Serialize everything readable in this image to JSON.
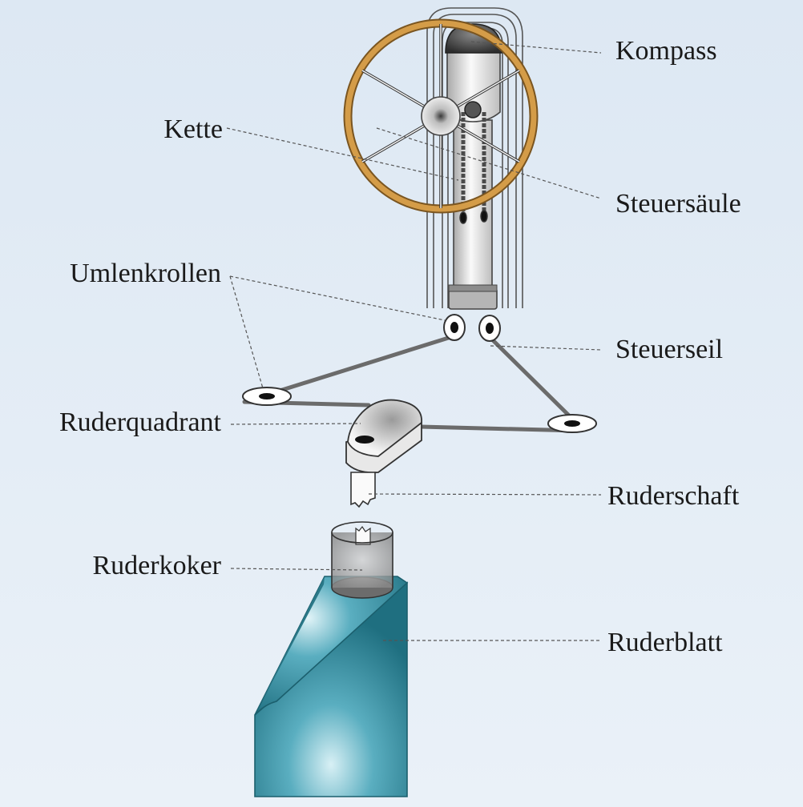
{
  "labels": {
    "kompass": "Kompass",
    "kette": "Kette",
    "steuersaeule": "Steuersäule",
    "umlenkrollen": "Umlenkrollen",
    "steuerseil": "Steuerseil",
    "ruderquadrant": "Ruderquadrant",
    "ruderschaft": "Ruderschaft",
    "ruderkoker": "Ruderkoker",
    "ruderblatt": "Ruderblatt"
  },
  "colors": {
    "background": "#e6eef7",
    "wheel_rim": "#c8923c",
    "rudder_blade": "#2f8a9c",
    "rope": "#6b6b6b",
    "compass_dome": "#4a4a4a"
  }
}
